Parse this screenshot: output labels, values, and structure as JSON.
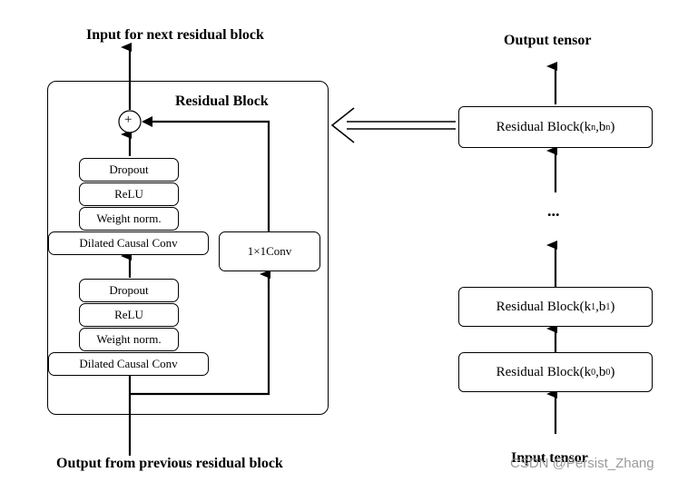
{
  "labels": {
    "top_input": "Input for next residual block",
    "bottom_output": "Output from previous residual block",
    "block_title": "Residual Block",
    "output_tensor": "Output tensor",
    "input_tensor": "Input tensor",
    "ellipsis": "...",
    "plus": "+"
  },
  "upper_stack": {
    "dropout": "Dropout",
    "relu": "ReLU",
    "weight_norm": "Weight norm.",
    "conv": "Dilated Causal Conv"
  },
  "lower_stack": {
    "dropout": "Dropout",
    "relu": "ReLU",
    "weight_norm": "Weight norm.",
    "conv": "Dilated Causal Conv"
  },
  "skip_conv": "1×1Conv",
  "right_blocks": {
    "prefix": "Residual Block(",
    "suffix": ")",
    "top": {
      "k": "n",
      "b": "n"
    },
    "mid": {
      "k": "1",
      "b": "1"
    },
    "bottom": {
      "k": "0",
      "b": "0"
    },
    "k_letter": "k",
    "b_letter": "b",
    "sep": ","
  },
  "watermark": "CSDN @Persist_Zhang"
}
